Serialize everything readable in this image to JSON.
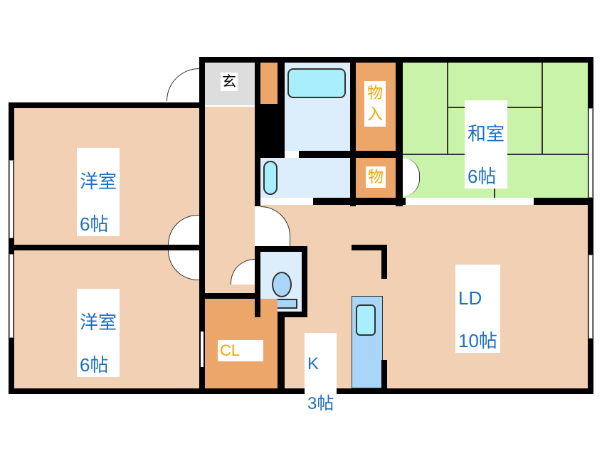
{
  "rooms": {
    "western_room_upper": {
      "name": "洋室",
      "size": "6帖"
    },
    "western_room_lower": {
      "name": "洋室",
      "size": "6帖"
    },
    "japanese_room": {
      "name": "和室",
      "size": "6帖"
    },
    "living_dining": {
      "name": "LD",
      "size": "10帖"
    },
    "kitchen": {
      "name": "K",
      "size": "3帖"
    },
    "entrance": {
      "label": "玄"
    },
    "storage_large": {
      "label": "物入"
    },
    "storage_small": {
      "label": "物"
    },
    "closet": {
      "label": "CL"
    }
  },
  "colors": {
    "floor": "#f2d0b4",
    "tatami": "#c9f3a8",
    "wet_area": "#dcedfc",
    "storage": "#eda66a",
    "entrance": "#dddddd",
    "wall": "#000000",
    "label_text": "#1e6fc0",
    "storage_text": "#f0a500"
  }
}
